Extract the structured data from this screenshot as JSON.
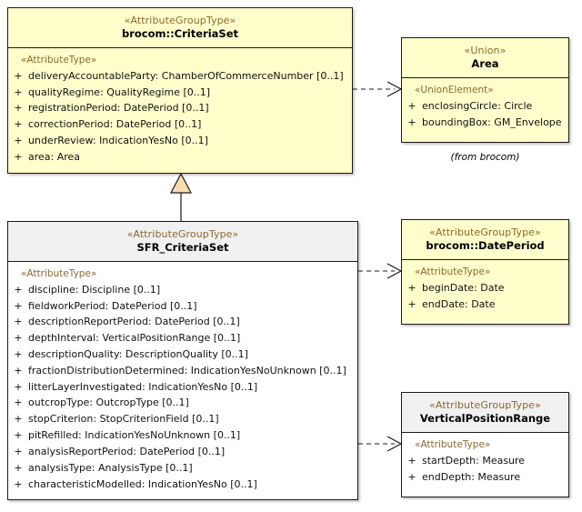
{
  "diagram": {
    "title": "SFR_CriteriaSet UML class diagram",
    "colors": {
      "box_fill_yellow": "#ffffcc",
      "box_fill_white": "#ffffff",
      "header_grey": "#f1f1f1",
      "border": "#1a1a1a",
      "stereotype_text": "#8a6a2f",
      "generalization_fill": "#f7ddb0"
    }
  },
  "classes": {
    "brocom_criteriaset": {
      "stereotype": "«AttributeGroupType»",
      "name": "brocom::CriteriaSet",
      "compartment_stereotype": "«AttributeType»",
      "attributes": [
        {
          "visibility": "+",
          "text": "deliveryAccountableParty: ChamberOfCommerceNumber [0..1]"
        },
        {
          "visibility": "+",
          "text": "qualityRegime: QualityRegime [0..1]"
        },
        {
          "visibility": "+",
          "text": "registrationPeriod: DatePeriod [0..1]"
        },
        {
          "visibility": "+",
          "text": "correctionPeriod: DatePeriod [0..1]"
        },
        {
          "visibility": "+",
          "text": "underReview: IndicationYesNo [0..1]"
        },
        {
          "visibility": "+",
          "text": "area: Area"
        }
      ]
    },
    "area": {
      "stereotype": "«Union»",
      "name": "Area",
      "compartment_stereotype": "«UnionElement»",
      "attributes": [
        {
          "visibility": "+",
          "text": "enclosingCircle: Circle"
        },
        {
          "visibility": "+",
          "text": "boundingBox: GM_Envelope"
        }
      ],
      "note": "(from brocom)"
    },
    "sfr_criteriaset": {
      "stereotype": "«AttributeGroupType»",
      "name": "SFR_CriteriaSet",
      "compartment_stereotype": "«AttributeType»",
      "attributes": [
        {
          "visibility": "+",
          "text": "discipline: Discipline [0..1]"
        },
        {
          "visibility": "+",
          "text": "fieldworkPeriod: DatePeriod [0..1]"
        },
        {
          "visibility": "+",
          "text": "descriptionReportPeriod: DatePeriod [0..1]"
        },
        {
          "visibility": "+",
          "text": "depthInterval: VerticalPositionRange [0..1]"
        },
        {
          "visibility": "+",
          "text": "descriptionQuality: DescriptionQuality [0..1]"
        },
        {
          "visibility": "+",
          "text": "fractionDistributionDetermined: IndicationYesNoUnknown [0..1]"
        },
        {
          "visibility": "+",
          "text": "litterLayerInvestigated: IndicationYesNo [0..1]"
        },
        {
          "visibility": "+",
          "text": "outcropType: OutcropType [0..1]"
        },
        {
          "visibility": "+",
          "text": "stopCriterion: StopCriterionField [0..1]"
        },
        {
          "visibility": "+",
          "text": "pitRefilled: IndicationYesNoUnknown [0..1]"
        },
        {
          "visibility": "+",
          "text": "analysisReportPeriod: DatePeriod [0..1]"
        },
        {
          "visibility": "+",
          "text": "analysisType: AnalysisType [0..1]"
        },
        {
          "visibility": "+",
          "text": "characteristicModelled: IndicationYesNo [0..1]"
        }
      ]
    },
    "brocom_dateperiod": {
      "stereotype": "«AttributeGroupType»",
      "name": "brocom::DatePeriod",
      "compartment_stereotype": "«AttributeType»",
      "attributes": [
        {
          "visibility": "+",
          "text": "beginDate: Date"
        },
        {
          "visibility": "+",
          "text": "endDate: Date"
        }
      ]
    },
    "verticalpositionrange": {
      "stereotype": "«AttributeGroupType»",
      "name": "VerticalPositionRange",
      "compartment_stereotype": "«AttributeType»",
      "attributes": [
        {
          "visibility": "+",
          "text": "startDepth: Measure"
        },
        {
          "visibility": "+",
          "text": "endDepth: Measure"
        }
      ]
    }
  },
  "relationships": [
    {
      "kind": "dependency",
      "from": "brocom::CriteriaSet",
      "to": "Area"
    },
    {
      "kind": "generalization",
      "from": "SFR_CriteriaSet",
      "to": "brocom::CriteriaSet"
    },
    {
      "kind": "dependency",
      "from": "SFR_CriteriaSet",
      "to": "brocom::DatePeriod"
    },
    {
      "kind": "dependency",
      "from": "SFR_CriteriaSet",
      "to": "VerticalPositionRange"
    }
  ]
}
